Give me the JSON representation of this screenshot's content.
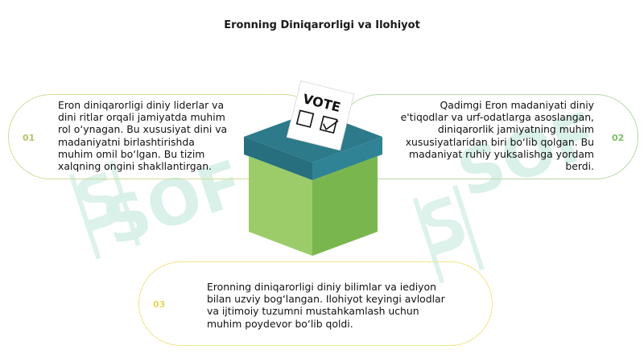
{
  "title": "Eronning Diniqarorligi va Ilohiyot",
  "watermark": "SOF",
  "ballot": {
    "label": "VOTE"
  },
  "items": [
    {
      "num": "01",
      "text": "Eron diniqarorligi diniy liderlar va dini ritlar orqali jamiyatda muhim rol o‘ynagan. Bu xususiyat dini va madaniyatni birlashtirishda muhim omil bo‘lgan. Bu tizim xalqning ongini shakllantirgan."
    },
    {
      "num": "02",
      "text": "Qadimgi Eron madaniyati diniy e'tiqodlar va urf-odatlarga asoslangan, diniqarorlik jamiyatning muhim xususiyatlaridan biri bo‘lib qolgan. Bu madaniyat ruhiy yuksalishga yordam berdi."
    },
    {
      "num": "03",
      "text": "Eronning diniqarorligi diniy bilimlar va iediyon bilan uzviy bog‘langan. Ilohiyot keyingi avlodlar va ijtimoiy tuzumni mustahkamlash uchun muhim poydevor bo‘lib qoldi."
    }
  ],
  "colors": {
    "box_top": "#2c7a8a",
    "box_side_light": "#9ccc6a",
    "box_side_dark": "#7ab64e",
    "watermark": "#d4efe6"
  }
}
